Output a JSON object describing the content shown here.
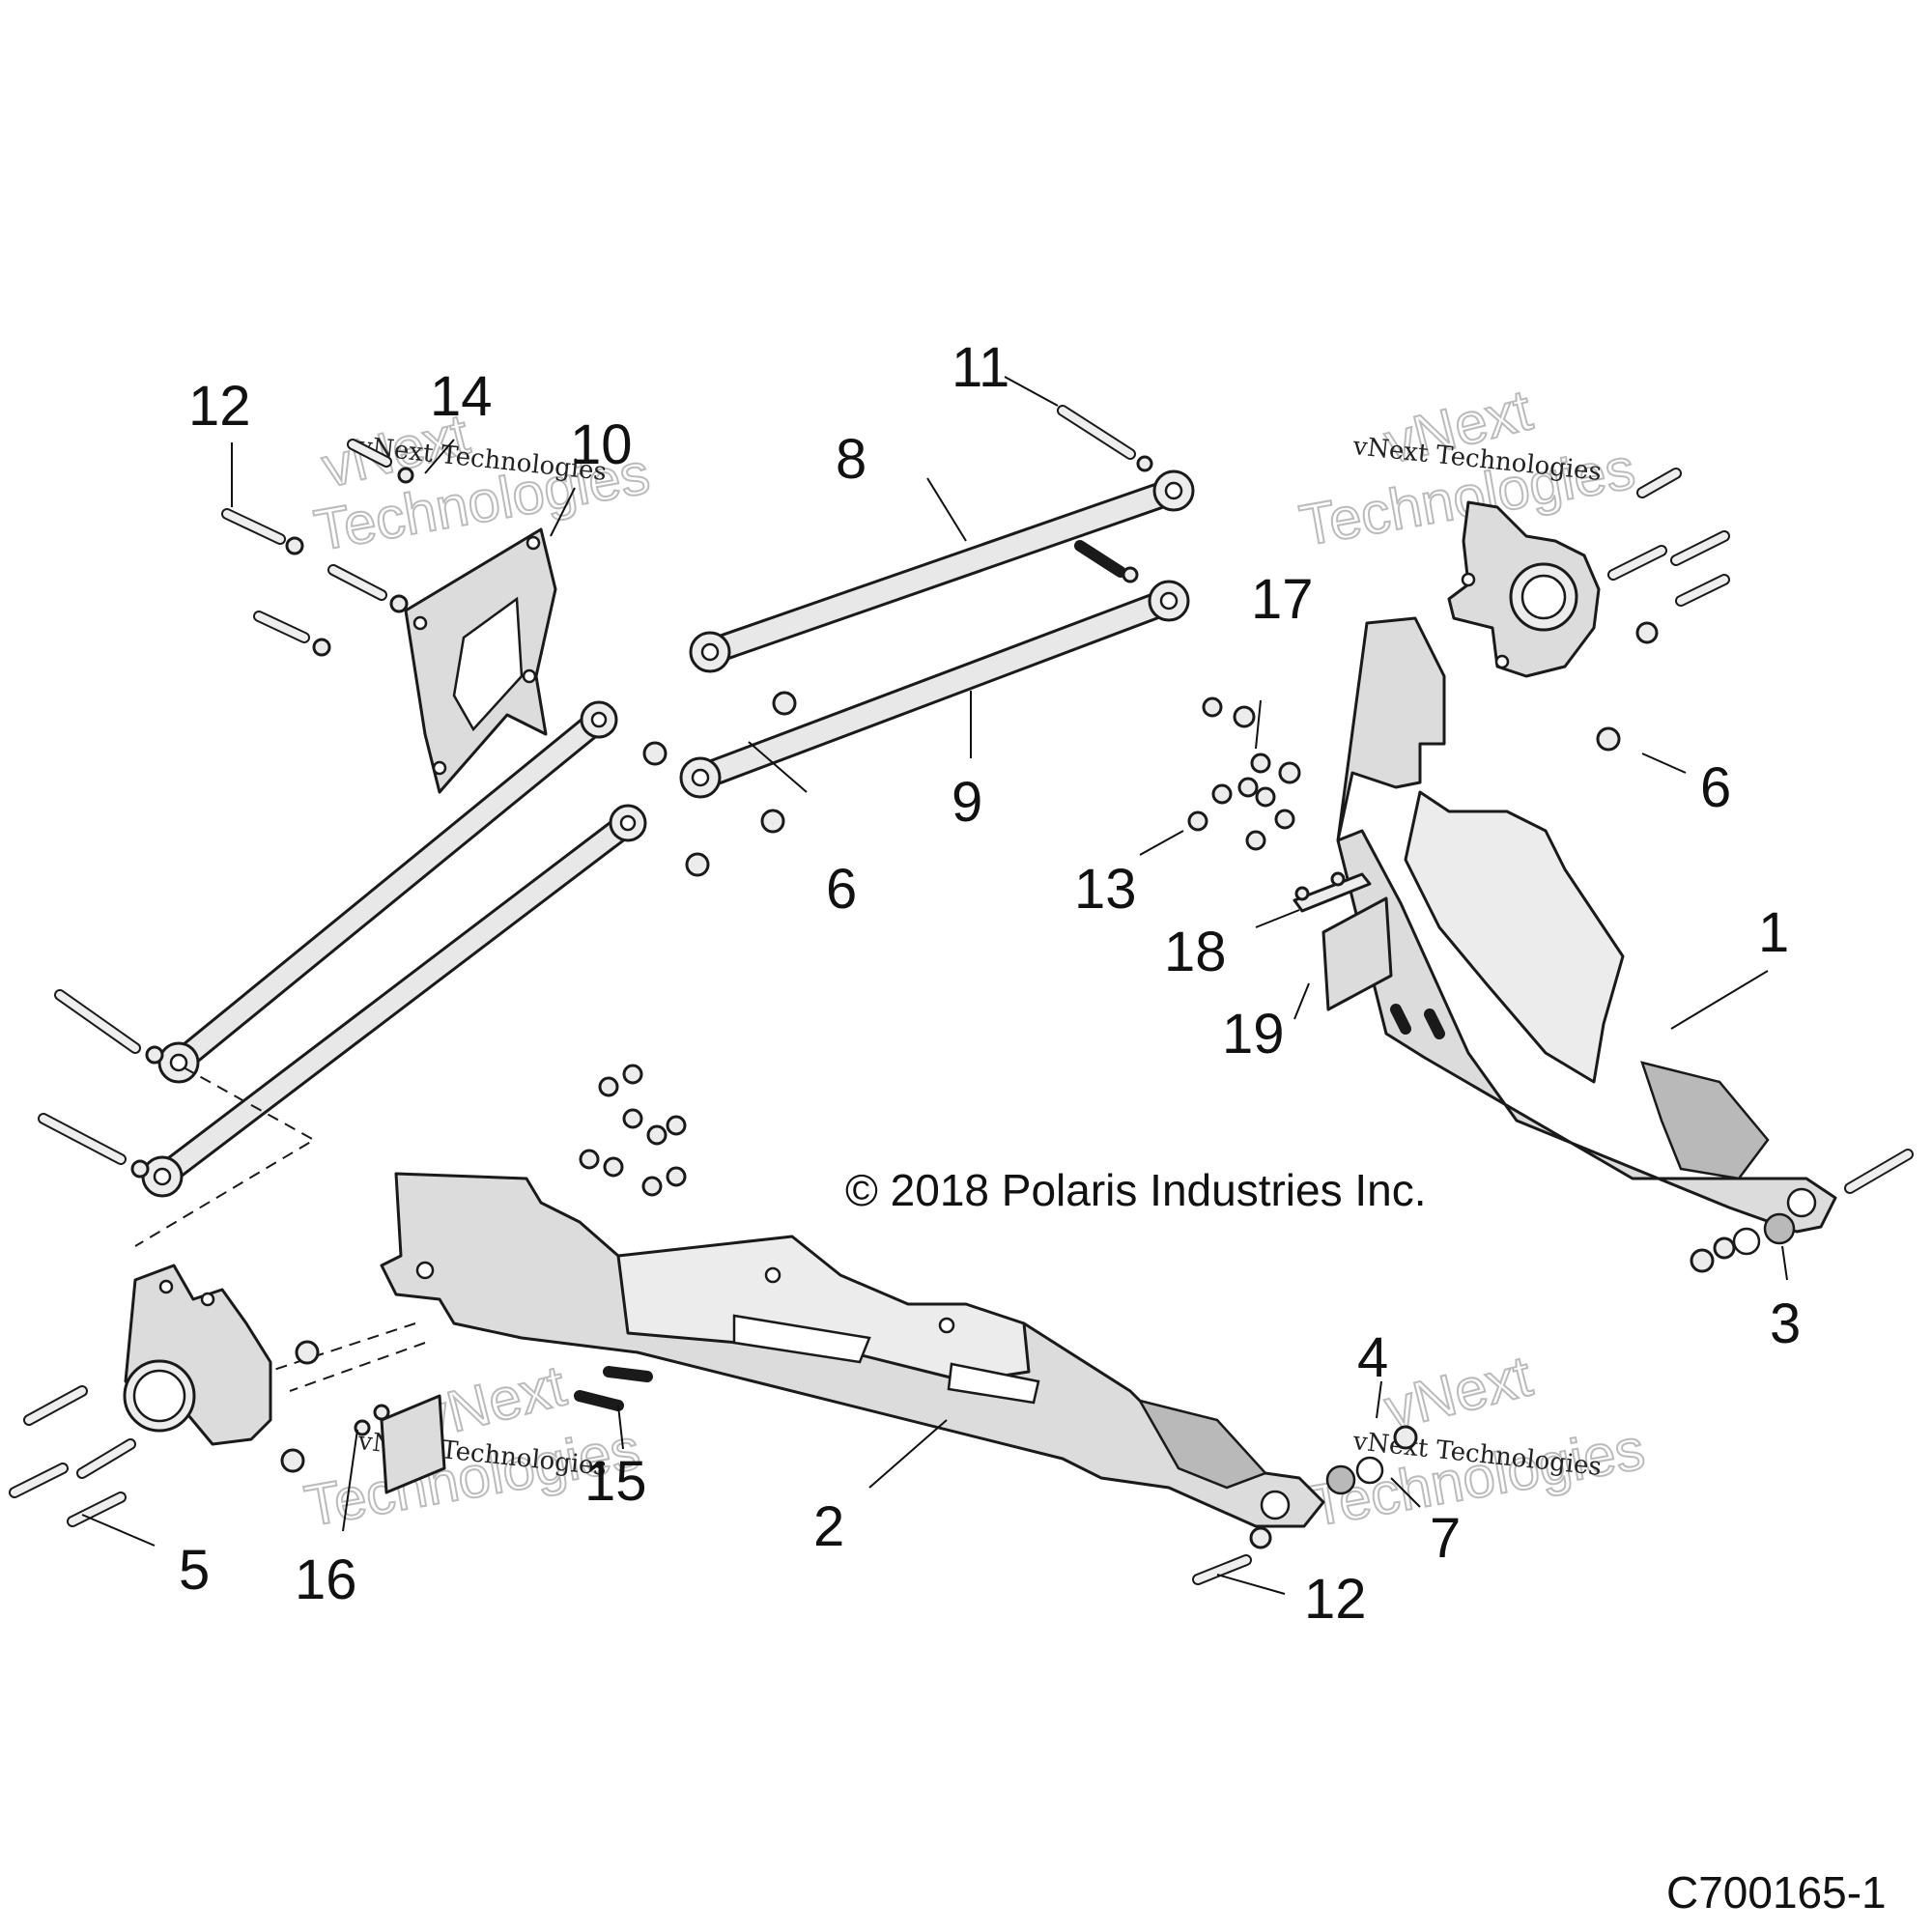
{
  "diagram": {
    "copyright": "© 2018 Polaris Industries Inc.",
    "drawing_id": "C700165-1",
    "watermark": {
      "script_text": "vNext Technologies",
      "outline_word_1": "vNext",
      "outline_word_2": "Technologies"
    },
    "callouts": [
      {
        "id": "c1",
        "label": "1"
      },
      {
        "id": "c2",
        "label": "2"
      },
      {
        "id": "c3",
        "label": "3"
      },
      {
        "id": "c4",
        "label": "4"
      },
      {
        "id": "c5",
        "label": "5"
      },
      {
        "id": "c6a",
        "label": "6"
      },
      {
        "id": "c6b",
        "label": "6"
      },
      {
        "id": "c7",
        "label": "7"
      },
      {
        "id": "c8",
        "label": "8"
      },
      {
        "id": "c9",
        "label": "9"
      },
      {
        "id": "c10",
        "label": "10"
      },
      {
        "id": "c11",
        "label": "11"
      },
      {
        "id": "c12a",
        "label": "12"
      },
      {
        "id": "c12b",
        "label": "12"
      },
      {
        "id": "c13",
        "label": "13"
      },
      {
        "id": "c14",
        "label": "14"
      },
      {
        "id": "c15",
        "label": "15"
      },
      {
        "id": "c16",
        "label": "16"
      },
      {
        "id": "c17",
        "label": "17"
      },
      {
        "id": "c18",
        "label": "18"
      },
      {
        "id": "c19",
        "label": "19"
      }
    ]
  }
}
